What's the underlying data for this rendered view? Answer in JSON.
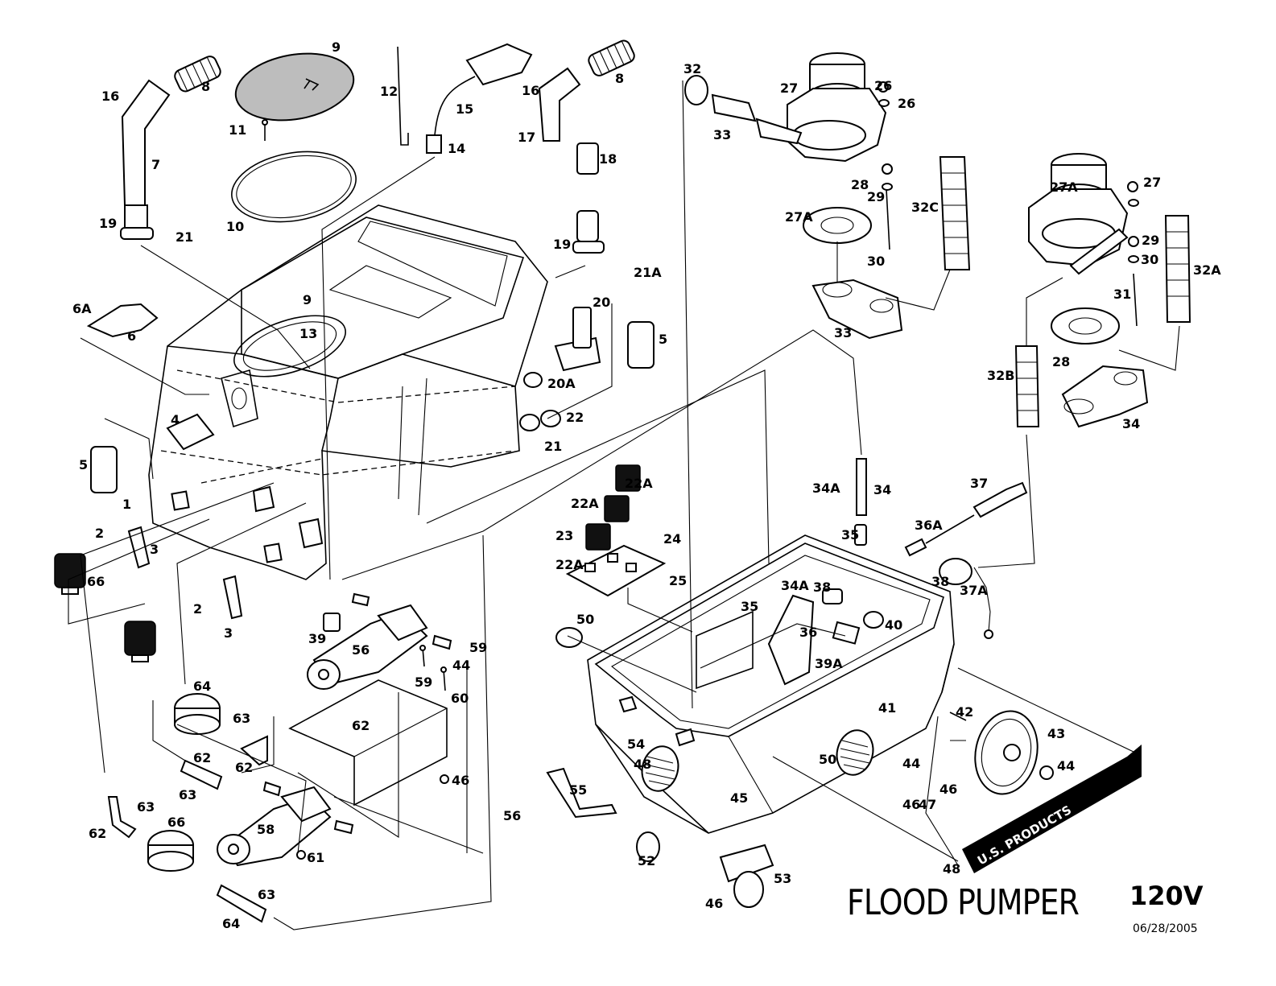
{
  "title": "FLOOD PUMPER",
  "voltage": "120V",
  "revision_date": "06/28/2005",
  "logo_text": "U.S. PRODUCTS",
  "part_callouts": [
    "1",
    "2",
    "2",
    "3",
    "3",
    "4",
    "5",
    "5",
    "6",
    "6A",
    "7",
    "8",
    "8",
    "9",
    "9",
    "10",
    "11",
    "12",
    "13",
    "14",
    "15",
    "16",
    "16",
    "17",
    "18",
    "19",
    "19",
    "20",
    "20A",
    "21",
    "21",
    "21A",
    "22",
    "22A",
    "22A",
    "22A",
    "23",
    "24",
    "25",
    "26",
    "26",
    "27",
    "27",
    "27A",
    "27A",
    "28",
    "28",
    "29",
    "29",
    "30",
    "30",
    "31",
    "32",
    "32A",
    "32B",
    "32C",
    "33",
    "33",
    "34",
    "34",
    "34A",
    "34A",
    "35",
    "35",
    "36",
    "36A",
    "37",
    "37A",
    "38",
    "38",
    "39",
    "39A",
    "40",
    "41",
    "42",
    "43",
    "44",
    "44",
    "44",
    "45",
    "46",
    "46",
    "46",
    "46",
    "47",
    "48",
    "48",
    "50",
    "50",
    "52",
    "53",
    "54",
    "55",
    "56",
    "56",
    "58",
    "59",
    "59",
    "60",
    "61",
    "62",
    "62",
    "62",
    "62",
    "63",
    "63",
    "63",
    "63",
    "64",
    "64",
    "66",
    "66"
  ]
}
